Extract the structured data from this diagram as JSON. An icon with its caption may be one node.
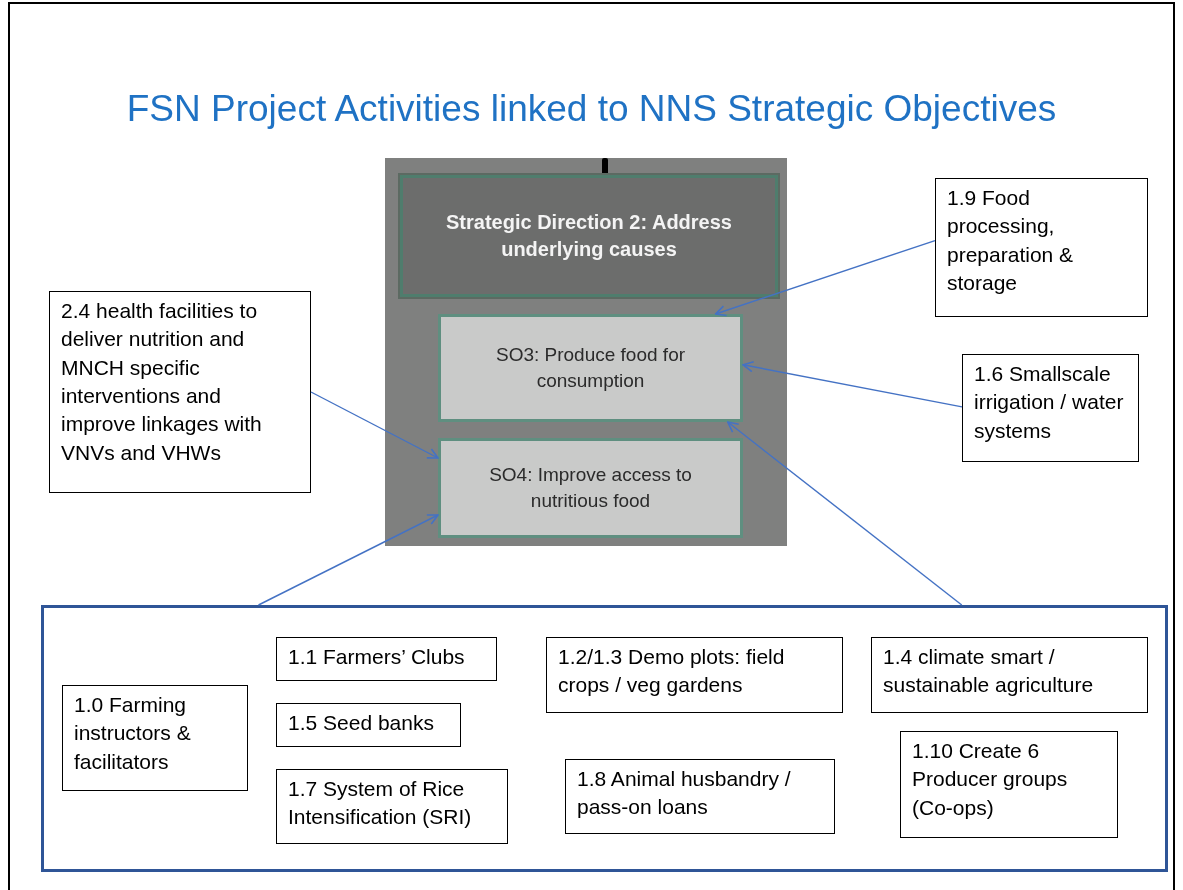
{
  "diagram": {
    "title": "FSN Project Activities linked to NNS Strategic Objectives",
    "nodes": [
      {
        "text": [],
        "shape": "box"
      },
      {
        "text": [
          "Strategic Direction 2: Address underlying causes"
        ],
        "in": 0
      },
      {
        "text": [
          "SO3: Produce food for consumption"
        ],
        "in": 0
      },
      {
        "text": [
          "SO4: Improve access to nutritious food"
        ],
        "in": 0
      },
      {
        "text": [
          "1.9 Food processing, preparation & storage"
        ]
      },
      {
        "text": [
          "2.4 health facilities to deliver nutrition and MNCH specific interventions and improve linkages with VNVs and VHWs"
        ]
      },
      {
        "text": [
          "1.6 Smallscale irrigation / water systems"
        ]
      },
      {
        "text": [],
        "shape": "box"
      },
      {
        "text": [
          "1.1 Farmers’ Clubs"
        ],
        "in": 7
      },
      {
        "text": [
          "1.2/1.3 Demo plots: field crops / veg gardens"
        ],
        "in": 7
      },
      {
        "text": [
          "1.4 climate smart / sustainable agriculture"
        ],
        "in": 7
      },
      {
        "text": [
          "1.0 Farming instructors & facilitators"
        ],
        "in": 7
      },
      {
        "text": [
          "1.5 Seed banks"
        ],
        "in": 7
      },
      {
        "text": [
          "1.10 Create 6 Producer groups (Co-ops)"
        ],
        "in": 7
      },
      {
        "text": [
          "1.7 System of Rice Intensification (SRI)"
        ],
        "in": 7
      },
      {
        "text": [
          "1.8 Animal husbandry / pass-on loans"
        ],
        "in": 7
      }
    ],
    "edges": [
      {
        "from": 4,
        "to": 2,
        "arrow": "to"
      },
      {
        "from": 6,
        "to": 2,
        "arrow": "to"
      },
      {
        "from": 7,
        "to": 2,
        "arrow": "to"
      },
      {
        "from": 5,
        "to": 3,
        "arrow": "to"
      },
      {
        "from": 7,
        "to": 3,
        "arrow": "to"
      }
    ]
  }
}
